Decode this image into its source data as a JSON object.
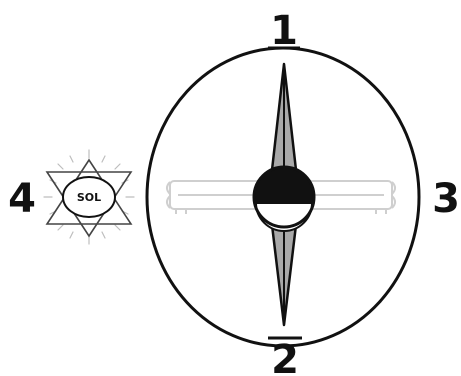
{
  "labels": {
    "top": "1",
    "bottom": "2",
    "right": "3",
    "left": "4"
  },
  "sun": {
    "text": "SOL"
  },
  "colors": {
    "outline": "#111111",
    "needle_fill": "#a9a9a9",
    "hub": "#111111",
    "rod": "#d7d7d7"
  }
}
